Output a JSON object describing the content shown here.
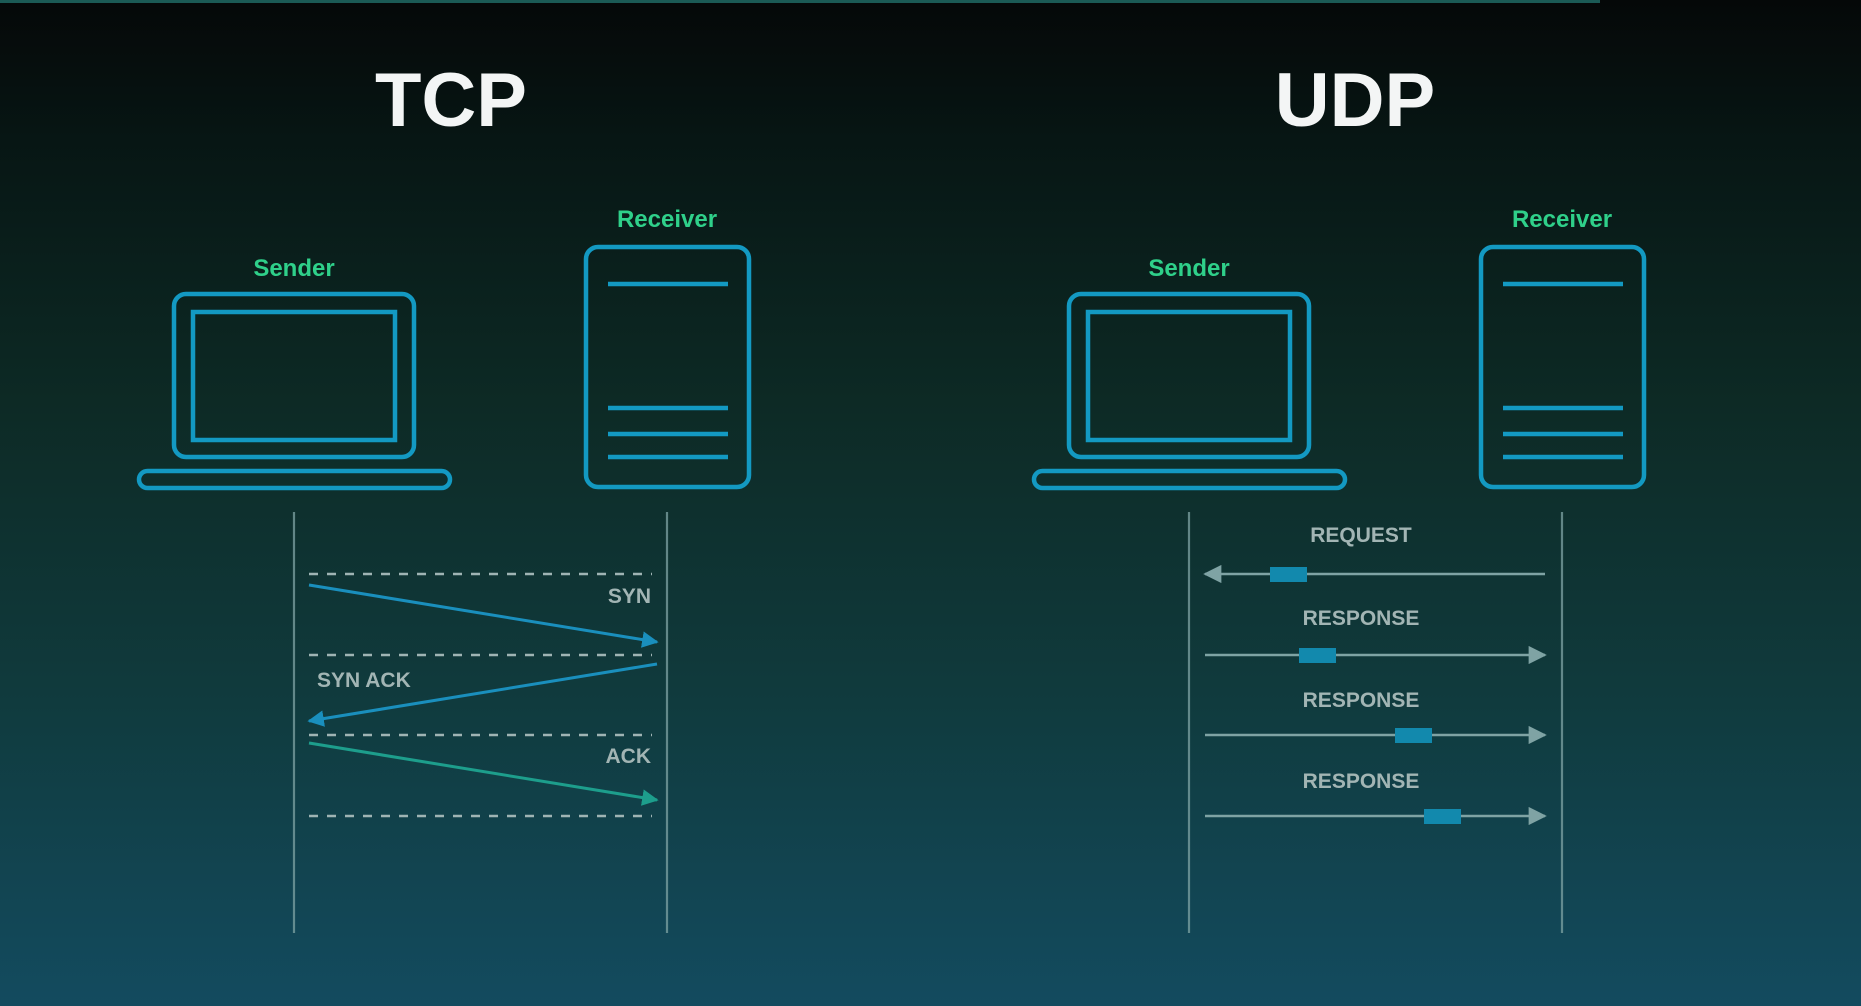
{
  "panels": {
    "tcp": {
      "title": "TCP",
      "sender_label": "Sender",
      "receiver_label": "Receiver",
      "messages": [
        {
          "label": "SYN",
          "direction": "sender-to-receiver",
          "color": "#1a8fbd"
        },
        {
          "label": "SYN ACK",
          "direction": "receiver-to-sender",
          "color": "#1a8fbd"
        },
        {
          "label": "ACK",
          "direction": "sender-to-receiver",
          "color": "#1d9e8c"
        }
      ]
    },
    "udp": {
      "title": "UDP",
      "sender_label": "Sender",
      "receiver_label": "Receiver",
      "messages": [
        {
          "label": "REQUEST",
          "direction": "receiver-to-sender"
        },
        {
          "label": "RESPONSE",
          "direction": "sender-to-receiver"
        },
        {
          "label": "RESPONSE",
          "direction": "sender-to-receiver"
        },
        {
          "label": "RESPONSE",
          "direction": "sender-to-receiver"
        }
      ]
    }
  },
  "colors": {
    "title": "#f3f5f5",
    "device_label": "#2fd08a",
    "device_outline": "#1399c2",
    "message_label": "#a2b5b4",
    "flow_line": "#7fa3a4",
    "packet": "#1289ad"
  }
}
